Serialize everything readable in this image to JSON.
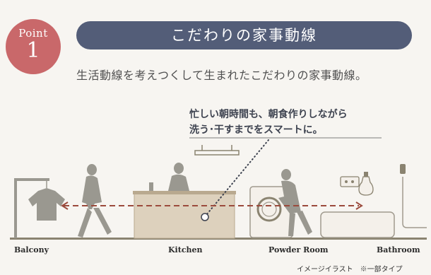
{
  "badge": {
    "word": "Point",
    "number": "1"
  },
  "title": "こだわりの家事動線",
  "subtitle": "生活動線を考えつくして生まれたこだわりの家事動線。",
  "callout": {
    "line1": "忙しい朝時間も、朝食作りしながら",
    "line2": "洗う･干すまでをスマートに。"
  },
  "areas": {
    "balcony": "Balcony",
    "kitchen": "Kitchen",
    "powder_room": "Powder Room",
    "bathroom": "Bathroom"
  },
  "footnote": "イメージイラスト　※一部タイプ",
  "colors": {
    "badge": "#c9686a",
    "title_bar": "#535d78",
    "arrow": "#9b4a3c",
    "figure": "#9a9890",
    "counter": "#ddd1bd",
    "floor": "#8a8370"
  },
  "icons": [
    "laundry-pole-icon",
    "shirt-icon",
    "walking-woman-icon",
    "cooking-woman-icon",
    "range-hood-icon",
    "washing-machine-icon",
    "laundry-woman-icon",
    "bathtub-icon",
    "detergent-icon",
    "shower-head-icon"
  ]
}
